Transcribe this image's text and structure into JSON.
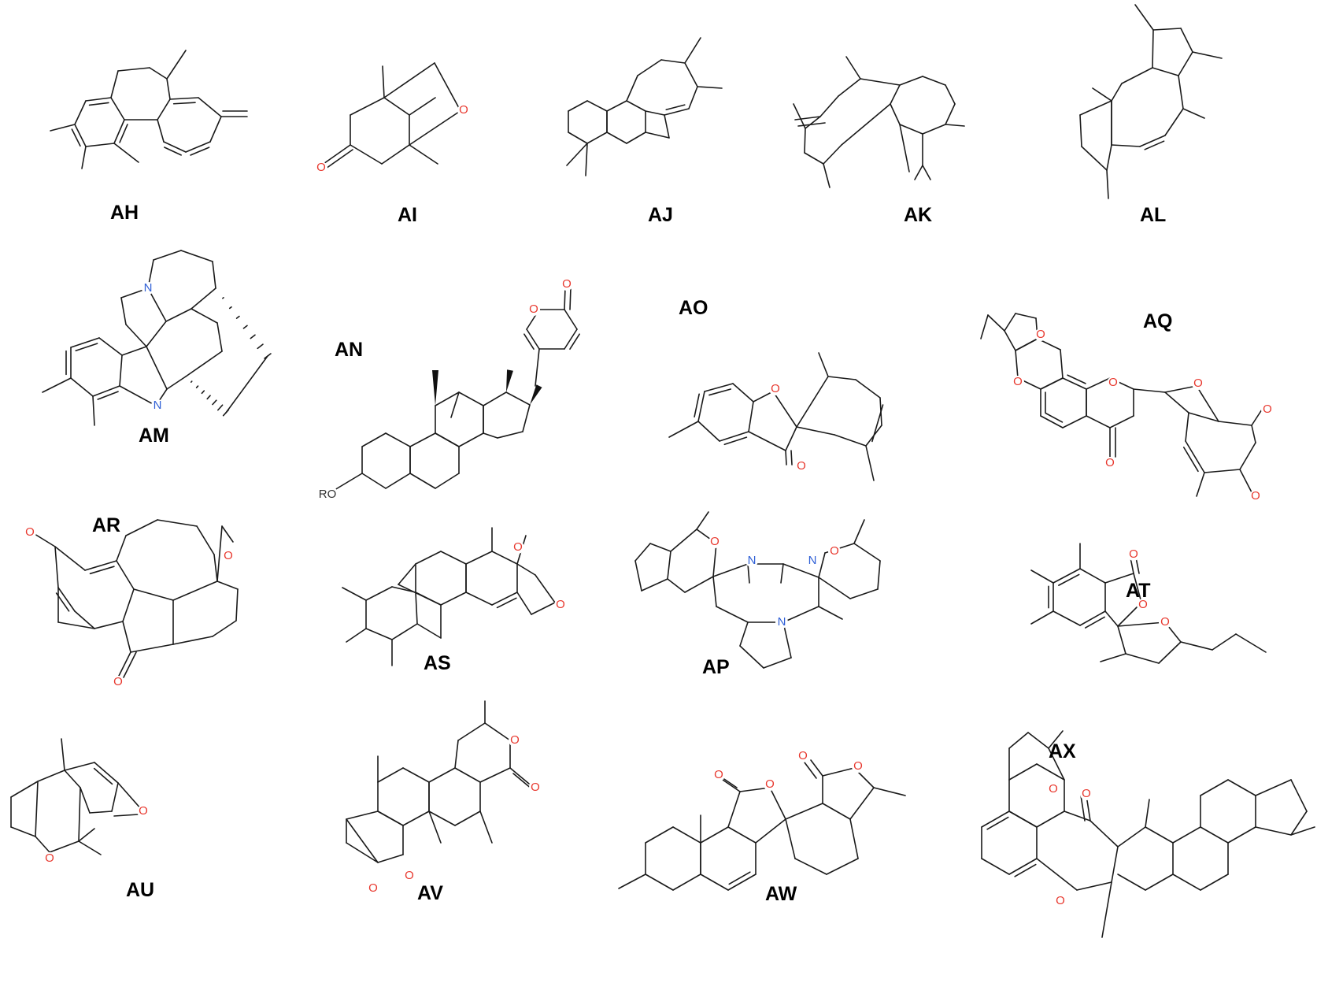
{
  "colors": {
    "bond": "#1a1a1a",
    "label": "#000000",
    "oxygen": "#e8382e",
    "nitrogen": "#2f5fd6",
    "generic": "#333333"
  },
  "compounds": [
    {
      "id": "AH",
      "label": "AH"
    },
    {
      "id": "AI",
      "label": "AI"
    },
    {
      "id": "AJ",
      "label": "AJ"
    },
    {
      "id": "AK",
      "label": "AK"
    },
    {
      "id": "AL",
      "label": "AL"
    },
    {
      "id": "AM",
      "label": "AM"
    },
    {
      "id": "AN",
      "label": "AN"
    },
    {
      "id": "AO",
      "label": "AO"
    },
    {
      "id": "AQ",
      "label": "AQ"
    },
    {
      "id": "AR",
      "label": "AR"
    },
    {
      "id": "AS",
      "label": "AS"
    },
    {
      "id": "AP",
      "label": "AP"
    },
    {
      "id": "AT",
      "label": "AT"
    },
    {
      "id": "AU",
      "label": "AU"
    },
    {
      "id": "AV",
      "label": "AV"
    },
    {
      "id": "AW",
      "label": "AW"
    },
    {
      "id": "AX",
      "label": "AX"
    }
  ],
  "atom_symbols": {
    "oxygen": "O",
    "nitrogen": "N",
    "ro_group": "RO"
  }
}
